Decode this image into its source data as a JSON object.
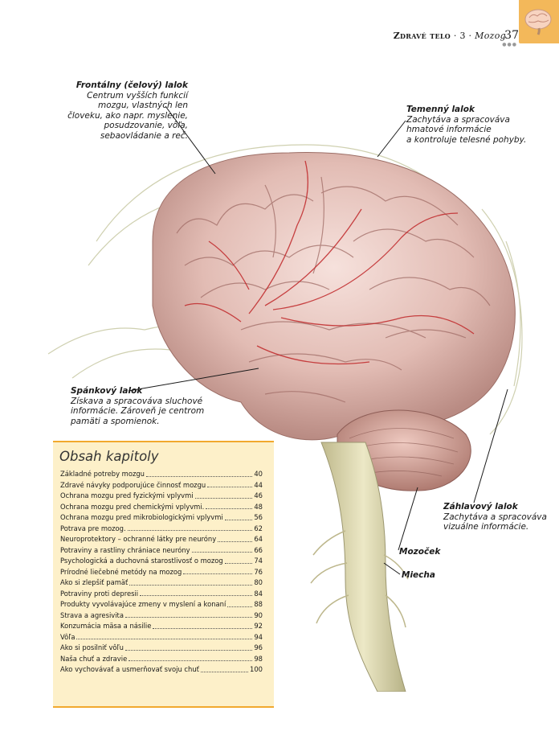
{
  "header": {
    "running_title": "Zdravé telo",
    "chapter_num": "3",
    "chapter_name": "Mozog",
    "page_number": "37",
    "tab_icon": "brain-icon"
  },
  "labels": {
    "frontal": {
      "title": "Frontálny (čelový) lalok",
      "desc": [
        "Centrum vyšších funkcií",
        "mozgu, vlastných len",
        "človeku, ako napr. myslenie,",
        "posudzovanie, vôľa,",
        "sebaovládanie a reč."
      ]
    },
    "parietal": {
      "title": "Temenný lalok",
      "desc": [
        "Zachytáva a spracováva",
        "hmatové informácie",
        "a kontroluje telesné pohyby."
      ]
    },
    "temporal": {
      "title": "Spánkový lalok",
      "desc": [
        "Získava a spracováva sluchové",
        "informácie. Zároveň je centrom",
        "pamäti a spomienok."
      ]
    },
    "occipital": {
      "title": "Záhlavový lalok",
      "desc": [
        "Zachytáva a spracováva",
        "vizuálne informácie."
      ]
    },
    "cerebellum": {
      "title": "Mozoček"
    },
    "spinal_cord": {
      "title": "Miecha"
    }
  },
  "toc": {
    "heading": "Obsah kapitoly",
    "items": [
      {
        "title": "Základné potreby mozgu",
        "page": "40"
      },
      {
        "title": "Zdravé návyky podporujúce činnosť mozgu",
        "page": "44"
      },
      {
        "title": "Ochrana mozgu pred fyzickými vplyvmi",
        "page": "46"
      },
      {
        "title": "Ochrana mozgu pred chemickými vplyvmi.",
        "page": "48"
      },
      {
        "title": "Ochrana mozgu pred mikrobiologickými vplyvmi",
        "page": "56"
      },
      {
        "title": "Potrava pre mozog.",
        "page": "62"
      },
      {
        "title": "Neuroprotektory – ochranné látky pre neuróny",
        "page": "64"
      },
      {
        "title": "Potraviny a rastliny chrániace neuróny",
        "page": "66"
      },
      {
        "title": "Psychologická a duchovná starostlivosť o mozog",
        "page": "74"
      },
      {
        "title": "Prírodné liečebné metódy na mozog",
        "page": "76"
      },
      {
        "title": "Ako si zlepšiť pamäť",
        "page": "80"
      },
      {
        "title": "Potraviny proti depresii",
        "page": "84"
      },
      {
        "title": "Produkty vyvolávajúce zmeny v myslení a konaní",
        "page": "88"
      },
      {
        "title": "Strava a agresivita",
        "page": "90"
      },
      {
        "title": "Konzumácia mäsa a násilie",
        "page": "92"
      },
      {
        "title": "Vôľa",
        "page": "94"
      },
      {
        "title": "Ako si posilniť vôľu",
        "page": "96"
      },
      {
        "title": "Naša chuť a zdravie",
        "page": "98"
      },
      {
        "title": "Ako vychovávať a usmerňovať svoju chuť",
        "page": "100"
      }
    ]
  },
  "colors": {
    "accent": "#f1a92e",
    "toc_bg": "#fdf0c9",
    "tab": "#f3b85a"
  }
}
